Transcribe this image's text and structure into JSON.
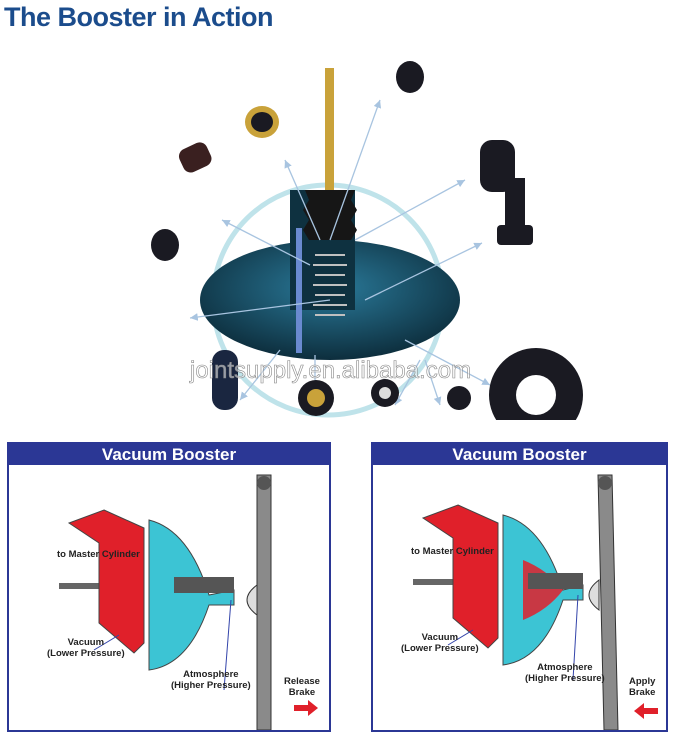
{
  "title": "The Booster in Action",
  "watermark": "jointsupply.en.alibaba.com",
  "panels": [
    {
      "header": "Vacuum Booster",
      "to_master": "to Master Cylinder",
      "vacuum": "Vacuum",
      "vacuum_sub": "(Lower Pressure)",
      "atmosphere": "Atmosphere",
      "atmosphere_sub": "(Higher Pressure)",
      "action_line1": "Release",
      "action_line2": "Brake",
      "arrow_direction": "right"
    },
    {
      "header": "Vacuum Booster",
      "to_master": "to Master Cylinder",
      "vacuum": "Vacuum",
      "vacuum_sub": "(Lower Pressure)",
      "atmosphere": "Atmosphere",
      "atmosphere_sub": "(Higher Pressure)",
      "action_line1": "Apply",
      "action_line2": "Brake",
      "arrow_direction": "left"
    }
  ],
  "colors": {
    "title": "#1b4c8c",
    "header": "#2b3795",
    "vacuum": "#e0202a",
    "atmosphere": "#3cc4d4",
    "arrow": "#e0202a"
  }
}
